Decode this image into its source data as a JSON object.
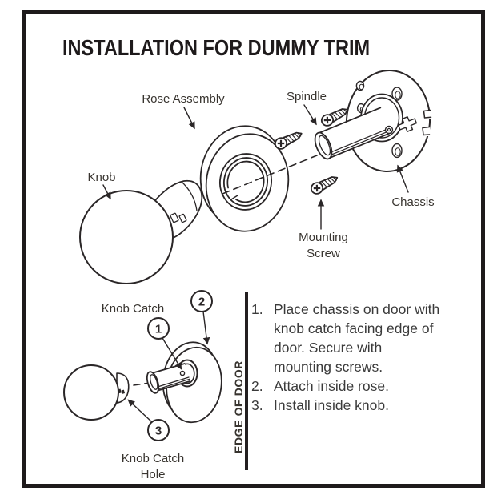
{
  "title": "INSTALLATION FOR DUMMY TRIM",
  "upper_diagram": {
    "labels": {
      "knob": "Knob",
      "rose_assembly": "Rose Assembly",
      "spindle": "Spindle",
      "chassis": "Chassis",
      "mounting_screw_line1": "Mounting",
      "mounting_screw_line2": "Screw"
    }
  },
  "lower_diagram": {
    "labels": {
      "knob_catch": "Knob Catch",
      "knob_catch_hole_line1": "Knob Catch",
      "knob_catch_hole_line2": "Hole",
      "edge_of_door": "EDGE OF DOOR",
      "callout_1": "1",
      "callout_2": "2",
      "callout_3": "3"
    }
  },
  "instructions": {
    "items": [
      {
        "number": "1.",
        "lines": [
          "Place chassis on door with",
          "knob catch facing edge of",
          "door. Secure with",
          "mounting screws."
        ]
      },
      {
        "number": "2.",
        "lines": [
          "Attach inside rose."
        ]
      },
      {
        "number": "3.",
        "lines": [
          "Install inside knob."
        ]
      }
    ]
  },
  "colors": {
    "line": "#2a2627",
    "border": "#1e1a1b",
    "label_text": "#38342f",
    "body_text": "#3a3a3a",
    "background": "#ffffff"
  }
}
